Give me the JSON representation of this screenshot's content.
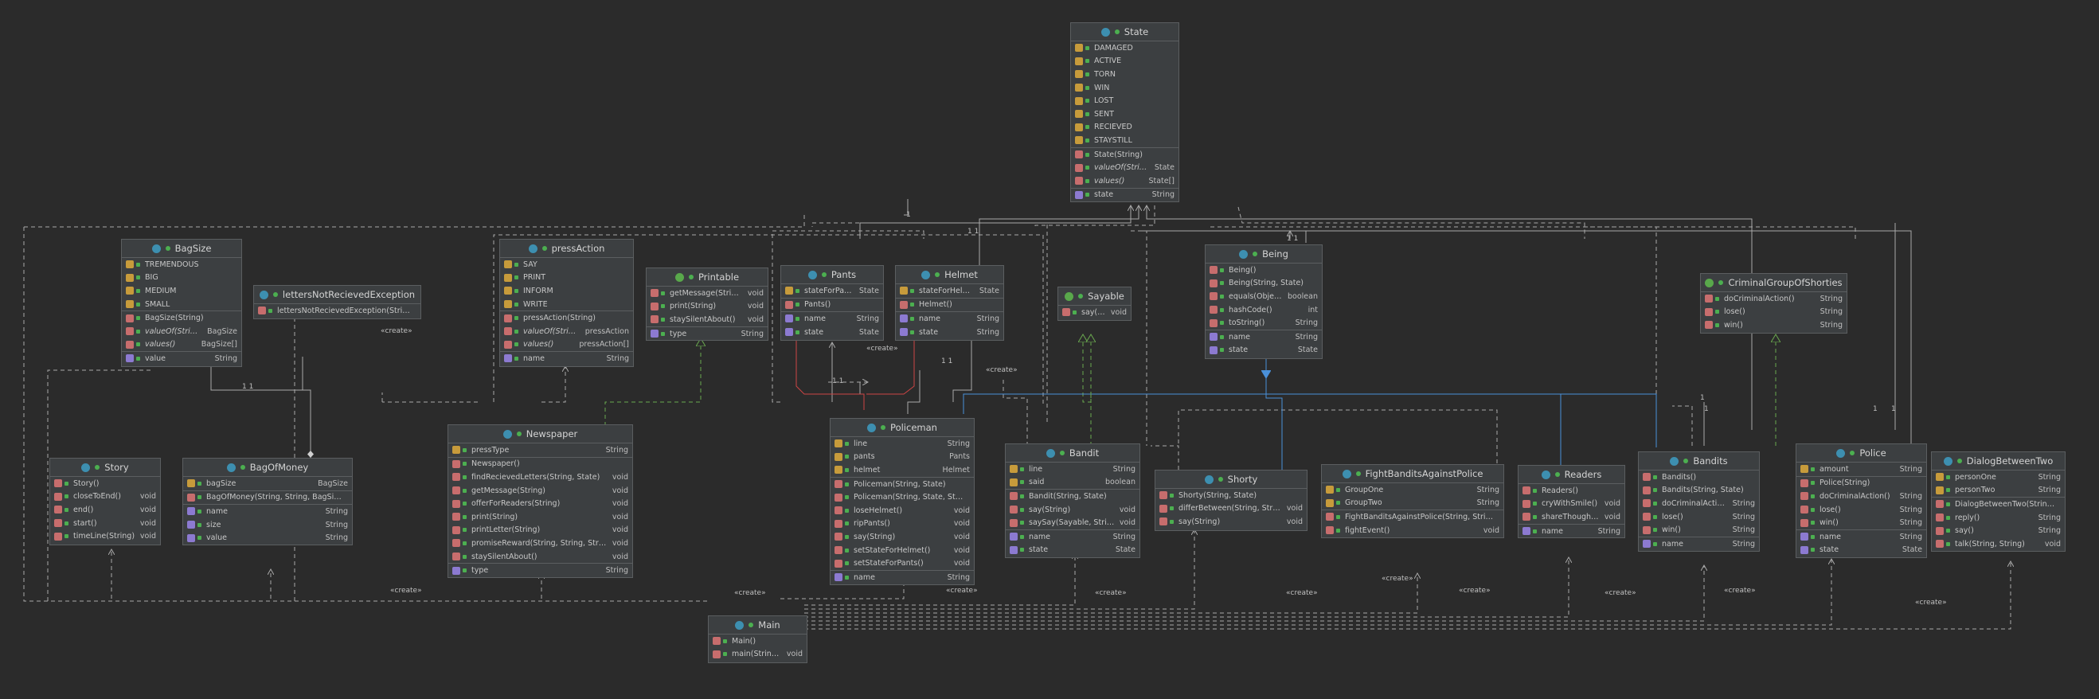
{
  "colors": {
    "background": "#2b2b2b",
    "box": "#3c3f41",
    "border": "#5b5e60",
    "arrow": "#a9a9a9",
    "blue": "#4a90d9",
    "green": "#6aa84f",
    "red": "#cc4444"
  },
  "labels": {
    "create": "«create»",
    "one": "1",
    "one_one": "1 1"
  },
  "classes": {
    "state": {
      "name": "State",
      "icon": "enum-icon",
      "fields": [
        {
          "n": "DAMAGED",
          "t": ""
        },
        {
          "n": "ACTIVE",
          "t": ""
        },
        {
          "n": "TORN",
          "t": ""
        },
        {
          "n": "WIN",
          "t": ""
        },
        {
          "n": "LOST",
          "t": ""
        },
        {
          "n": "SENT",
          "t": ""
        },
        {
          "n": "RECIEVED",
          "t": ""
        },
        {
          "n": "STAYSTILL",
          "t": ""
        }
      ],
      "methods": [
        {
          "n": "State(String)",
          "t": ""
        },
        {
          "n": "valueOf(String)",
          "t": "State"
        },
        {
          "n": "values()",
          "t": "State[]"
        }
      ],
      "props": [
        {
          "n": "state",
          "t": "String"
        }
      ]
    },
    "bagsize": {
      "name": "BagSize",
      "icon": "enum-icon",
      "fields": [
        {
          "n": "TREMENDOUS",
          "t": ""
        },
        {
          "n": "BIG",
          "t": ""
        },
        {
          "n": "MEDIUM",
          "t": ""
        },
        {
          "n": "SMALL",
          "t": ""
        }
      ],
      "methods": [
        {
          "n": "BagSize(String)",
          "t": ""
        },
        {
          "n": "valueOf(String)",
          "t": "BagSize"
        },
        {
          "n": "values()",
          "t": "BagSize[]"
        }
      ],
      "props": [
        {
          "n": "value",
          "t": "String"
        }
      ]
    },
    "lettersexc": {
      "name": "lettersNotRecievedException",
      "icon": "class-icon",
      "methods": [
        {
          "n": "lettersNotRecievedException(String)",
          "t": ""
        }
      ]
    },
    "pressaction": {
      "name": "pressAction",
      "icon": "enum-icon",
      "fields": [
        {
          "n": "SAY",
          "t": ""
        },
        {
          "n": "PRINT",
          "t": ""
        },
        {
          "n": "INFORM",
          "t": ""
        },
        {
          "n": "WRITE",
          "t": ""
        }
      ],
      "methods": [
        {
          "n": "pressAction(String)",
          "t": ""
        },
        {
          "n": "valueOf(String)",
          "t": "pressAction"
        },
        {
          "n": "values()",
          "t": "pressAction[]"
        }
      ],
      "props": [
        {
          "n": "name",
          "t": "String"
        }
      ]
    },
    "printable": {
      "name": "Printable",
      "icon": "interface-icon",
      "methods": [
        {
          "n": "getMessage(String)",
          "t": "void"
        },
        {
          "n": "print(String)",
          "t": "void"
        },
        {
          "n": "staySilentAbout()",
          "t": "void"
        }
      ],
      "props": [
        {
          "n": "type",
          "t": "String"
        }
      ]
    },
    "pants": {
      "name": "Pants",
      "icon": "class-icon",
      "fields": [
        {
          "n": "stateForPants",
          "t": "State"
        }
      ],
      "methods": [
        {
          "n": "Pants()",
          "t": ""
        }
      ],
      "props": [
        {
          "n": "name",
          "t": "String"
        },
        {
          "n": "state",
          "t": "State"
        }
      ]
    },
    "helmet": {
      "name": "Helmet",
      "icon": "class-icon",
      "fields": [
        {
          "n": "stateForHelmet",
          "t": "State"
        }
      ],
      "methods": [
        {
          "n": "Helmet()",
          "t": ""
        }
      ],
      "props": [
        {
          "n": "name",
          "t": "String"
        },
        {
          "n": "state",
          "t": "String"
        }
      ]
    },
    "sayable": {
      "name": "Sayable",
      "icon": "interface-icon",
      "methods": [
        {
          "n": "say(String)",
          "t": "void"
        }
      ]
    },
    "being": {
      "name": "Being",
      "icon": "abstract-class-icon",
      "methods": [
        {
          "n": "Being()",
          "t": ""
        },
        {
          "n": "Being(String, State)",
          "t": ""
        },
        {
          "n": "equals(Object)",
          "t": "boolean"
        },
        {
          "n": "hashCode()",
          "t": "int"
        },
        {
          "n": "toString()",
          "t": "String"
        }
      ],
      "props": [
        {
          "n": "name",
          "t": "String"
        },
        {
          "n": "state",
          "t": "State"
        }
      ]
    },
    "criminalgroup": {
      "name": "CriminalGroupOfShorties",
      "icon": "interface-icon",
      "methods": [
        {
          "n": "doCriminalAction()",
          "t": "String"
        },
        {
          "n": "lose()",
          "t": "String"
        },
        {
          "n": "win()",
          "t": "String"
        }
      ]
    },
    "story": {
      "name": "Story",
      "icon": "class-icon",
      "methods": [
        {
          "n": "Story()",
          "t": ""
        },
        {
          "n": "closeToEnd()",
          "t": "void"
        },
        {
          "n": "end()",
          "t": "void"
        },
        {
          "n": "start()",
          "t": "void"
        },
        {
          "n": "timeLine(String)",
          "t": "void"
        }
      ]
    },
    "bagofmoney": {
      "name": "BagOfMoney",
      "icon": "class-icon",
      "fields": [
        {
          "n": "bagSize",
          "t": "BagSize"
        }
      ],
      "methods": [
        {
          "n": "BagOfMoney(String, String, BagSize)",
          "t": ""
        }
      ],
      "props": [
        {
          "n": "name",
          "t": "String"
        },
        {
          "n": "size",
          "t": "String"
        },
        {
          "n": "value",
          "t": "String"
        }
      ]
    },
    "newspaper": {
      "name": "Newspaper",
      "icon": "class-icon",
      "fields": [
        {
          "n": "pressType",
          "t": "String"
        }
      ],
      "methods": [
        {
          "n": "Newspaper()",
          "t": ""
        },
        {
          "n": "findRecievedLetters(String, State)",
          "t": "void"
        },
        {
          "n": "getMessage(String)",
          "t": "void"
        },
        {
          "n": "offerForReaders(String)",
          "t": "void"
        },
        {
          "n": "print(String)",
          "t": "void"
        },
        {
          "n": "printLetter(String)",
          "t": "void"
        },
        {
          "n": "promiseReward(String, String, String)",
          "t": "void"
        },
        {
          "n": "staySilentAbout()",
          "t": "void"
        }
      ],
      "props": [
        {
          "n": "type",
          "t": "String"
        }
      ]
    },
    "policeman": {
      "name": "Policeman",
      "icon": "class-icon",
      "fields": [
        {
          "n": "line",
          "t": "String"
        },
        {
          "n": "pants",
          "t": "Pants"
        },
        {
          "n": "helmet",
          "t": "Helmet"
        }
      ],
      "methods": [
        {
          "n": "Policeman(String, State)",
          "t": ""
        },
        {
          "n": "Policeman(String, State, State)",
          "t": ""
        },
        {
          "n": "loseHelmet()",
          "t": "void"
        },
        {
          "n": "ripPants()",
          "t": "void"
        },
        {
          "n": "say(String)",
          "t": "void"
        },
        {
          "n": "setStateForHelmet()",
          "t": "void"
        },
        {
          "n": "setStateForPants()",
          "t": "void"
        }
      ],
      "props": [
        {
          "n": "name",
          "t": "String"
        }
      ]
    },
    "bandit": {
      "name": "Bandit",
      "icon": "class-icon",
      "fields": [
        {
          "n": "line",
          "t": "String"
        },
        {
          "n": "said",
          "t": "boolean"
        }
      ],
      "methods": [
        {
          "n": "Bandit(String, State)",
          "t": ""
        },
        {
          "n": "say(String)",
          "t": "void"
        },
        {
          "n": "saySay(Sayable, String)",
          "t": "void"
        }
      ],
      "props": [
        {
          "n": "name",
          "t": "String"
        },
        {
          "n": "state",
          "t": "State"
        }
      ]
    },
    "shorty": {
      "name": "Shorty",
      "icon": "class-icon",
      "methods": [
        {
          "n": "Shorty(String, State)",
          "t": ""
        },
        {
          "n": "differBetween(String, String)",
          "t": "void"
        },
        {
          "n": "say(String)",
          "t": "void"
        }
      ]
    },
    "fightbandits": {
      "name": "FightBanditsAgainstPolice",
      "icon": "class-icon",
      "fields": [
        {
          "n": "GroupOne",
          "t": "String"
        },
        {
          "n": "GroupTwo",
          "t": "String"
        }
      ],
      "methods": [
        {
          "n": "FightBanditsAgainstPolice(String, String)",
          "t": ""
        },
        {
          "n": "fightEvent()",
          "t": "void"
        }
      ]
    },
    "readers": {
      "name": "Readers",
      "icon": "class-icon",
      "methods": [
        {
          "n": "Readers()",
          "t": ""
        },
        {
          "n": "cryWithSmile()",
          "t": "void"
        },
        {
          "n": "shareThoughts()",
          "t": "void"
        }
      ],
      "props": [
        {
          "n": "name",
          "t": "String"
        }
      ]
    },
    "bandits": {
      "name": "Bandits",
      "icon": "class-icon",
      "methods": [
        {
          "n": "Bandits()",
          "t": ""
        },
        {
          "n": "Bandits(String, State)",
          "t": ""
        },
        {
          "n": "doCriminalAction()",
          "t": "String"
        },
        {
          "n": "lose()",
          "t": "String"
        },
        {
          "n": "win()",
          "t": "String"
        }
      ],
      "props": [
        {
          "n": "name",
          "t": "String"
        }
      ]
    },
    "police": {
      "name": "Police",
      "icon": "class-icon",
      "fields": [
        {
          "n": "amount",
          "t": "String"
        }
      ],
      "methods": [
        {
          "n": "Police(String)",
          "t": ""
        },
        {
          "n": "doCriminalAction()",
          "t": "String"
        },
        {
          "n": "lose()",
          "t": "String"
        },
        {
          "n": "win()",
          "t": "String"
        }
      ],
      "props": [
        {
          "n": "name",
          "t": "String"
        },
        {
          "n": "state",
          "t": "State"
        }
      ]
    },
    "dialog": {
      "name": "DialogBetweenTwo",
      "icon": "class-icon",
      "fields": [
        {
          "n": "personOne",
          "t": "String"
        },
        {
          "n": "personTwo",
          "t": "String"
        }
      ],
      "methods": [
        {
          "n": "DialogBetweenTwo(String, String)",
          "t": ""
        },
        {
          "n": "reply()",
          "t": "String"
        },
        {
          "n": "say()",
          "t": "String"
        },
        {
          "n": "talk(String, String)",
          "t": "void"
        }
      ]
    },
    "main": {
      "name": "Main",
      "icon": "class-icon",
      "methods": [
        {
          "n": "Main()",
          "t": ""
        },
        {
          "n": "main(String[])",
          "t": "void"
        }
      ]
    }
  }
}
